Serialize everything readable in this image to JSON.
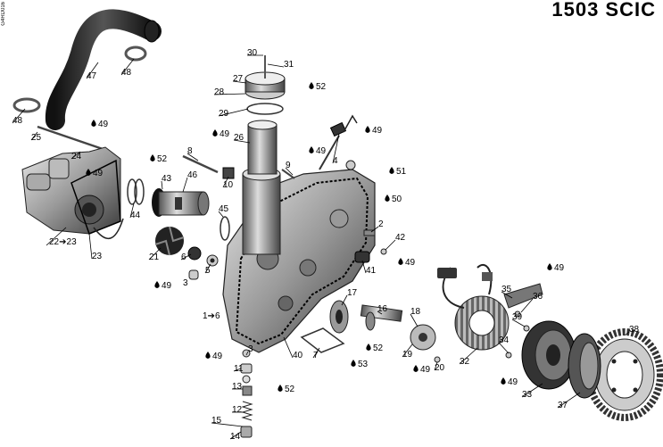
{
  "header": {
    "engine_title": "1503 SCIC",
    "ref_code": "G4RD016"
  },
  "legend_symbols": {
    "grease_drop": "drop-icon"
  },
  "callouts": [
    {
      "label": "1➔6",
      "drop": false
    },
    {
      "label": "2",
      "drop": false
    },
    {
      "label": "3",
      "drop": false
    },
    {
      "label": "4",
      "drop": false
    },
    {
      "label": "5",
      "drop": false
    },
    {
      "label": "6",
      "drop": false
    },
    {
      "label": "7",
      "drop": false
    },
    {
      "label": "8",
      "drop": false
    },
    {
      "label": "9",
      "drop": false
    },
    {
      "label": "10",
      "drop": false
    },
    {
      "label": "11",
      "drop": false
    },
    {
      "label": "12",
      "drop": false
    },
    {
      "label": "13",
      "drop": false
    },
    {
      "label": "14",
      "drop": false
    },
    {
      "label": "15",
      "drop": false
    },
    {
      "label": "16",
      "drop": false
    },
    {
      "label": "17",
      "drop": false
    },
    {
      "label": "18",
      "drop": false
    },
    {
      "label": "19",
      "drop": false
    },
    {
      "label": "20",
      "drop": false
    },
    {
      "label": "21",
      "drop": false
    },
    {
      "label": "22➔23",
      "drop": false
    },
    {
      "label": "23",
      "drop": false
    },
    {
      "label": "24",
      "drop": false
    },
    {
      "label": "25",
      "drop": false
    },
    {
      "label": "26",
      "drop": false
    },
    {
      "label": "27",
      "drop": false
    },
    {
      "label": "28",
      "drop": false
    },
    {
      "label": "29",
      "drop": false
    },
    {
      "label": "30",
      "drop": false
    },
    {
      "label": "31",
      "drop": false
    },
    {
      "label": "32",
      "drop": false
    },
    {
      "label": "33",
      "drop": false
    },
    {
      "label": "34",
      "drop": false
    },
    {
      "label": "35",
      "drop": false
    },
    {
      "label": "36",
      "drop": false
    },
    {
      "label": "37",
      "drop": false
    },
    {
      "label": "38",
      "drop": false
    },
    {
      "label": "39",
      "drop": false
    },
    {
      "label": "40",
      "drop": false
    },
    {
      "label": "41",
      "drop": false
    },
    {
      "label": "42",
      "drop": false
    },
    {
      "label": "43",
      "drop": false
    },
    {
      "label": "44",
      "drop": false
    },
    {
      "label": "45",
      "drop": false
    },
    {
      "label": "46",
      "drop": false
    },
    {
      "label": "47",
      "drop": false
    },
    {
      "label": "48",
      "drop": false
    },
    {
      "label": "48",
      "drop": false
    },
    {
      "label": "49",
      "drop": true
    },
    {
      "label": "49",
      "drop": true
    },
    {
      "label": "49",
      "drop": true
    },
    {
      "label": "49",
      "drop": true
    },
    {
      "label": "49",
      "drop": true
    },
    {
      "label": "49",
      "drop": true
    },
    {
      "label": "49",
      "drop": true
    },
    {
      "label": "49",
      "drop": true
    },
    {
      "label": "49",
      "drop": true
    },
    {
      "label": "49",
      "drop": true
    },
    {
      "label": "49",
      "drop": true
    },
    {
      "label": "50",
      "drop": true
    },
    {
      "label": "51",
      "drop": true
    },
    {
      "label": "52",
      "drop": true
    },
    {
      "label": "52",
      "drop": true
    },
    {
      "label": "52",
      "drop": true
    },
    {
      "label": "52",
      "drop": true
    },
    {
      "label": "53",
      "drop": true
    },
    {
      "label": "3",
      "drop": false
    }
  ]
}
